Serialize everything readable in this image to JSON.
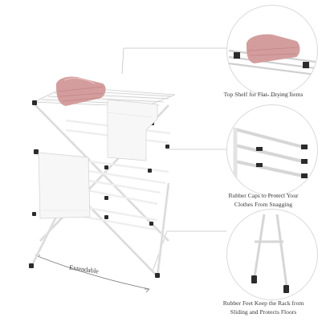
{
  "features": [
    {
      "id": "top-shelf",
      "text": "Top Shelf for Flat- Drying Items"
    },
    {
      "id": "rubber-caps",
      "line1": "Rubber Caps to Protect Your",
      "line2": "Clothes From Snagging"
    },
    {
      "id": "rubber-feet",
      "line1": "Rubber Feet Keep the Rack from",
      "line2": "Sliding and Protects Floors"
    }
  ],
  "dimension_label": "Extendable",
  "colors": {
    "frame": "#f4f4f4",
    "frame_outline": "#c9c9c9",
    "caps": "#2b2b2b",
    "towel_pink": "#d9a5a5",
    "towel_white": "#f7f7f7",
    "guide_lines": "#bdbdbd",
    "text": "#3a3a3a"
  }
}
